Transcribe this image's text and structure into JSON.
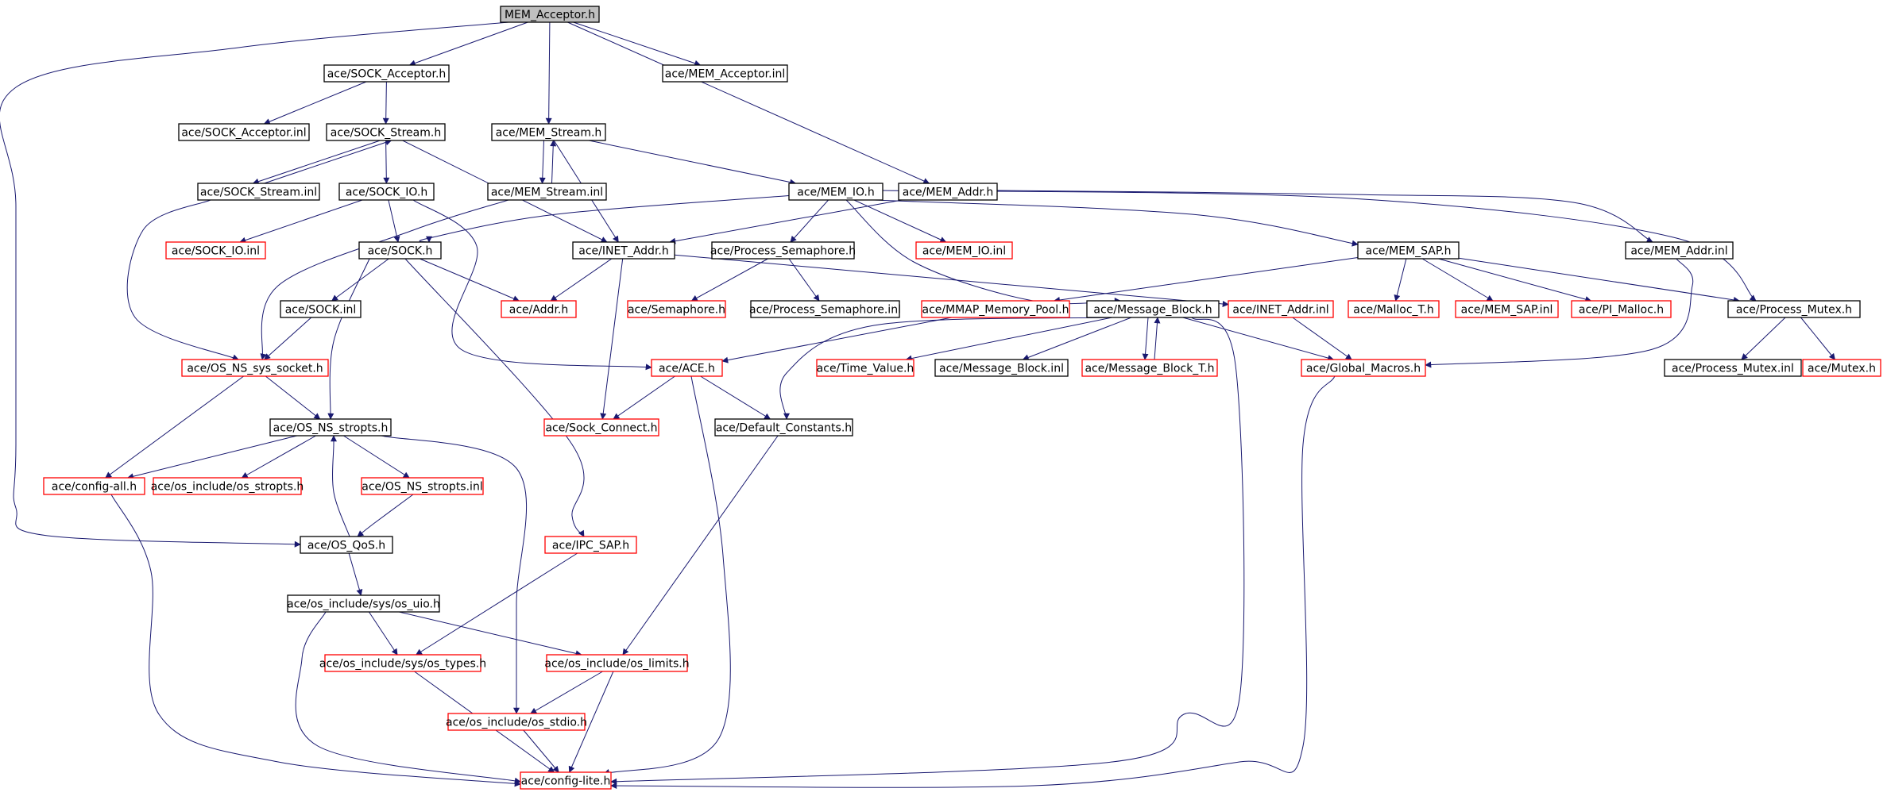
{
  "colors": {
    "edge": "#191970",
    "border_normal": "#000000",
    "border_undocumented": "#ff0000",
    "root_fill": "#bfbfbf",
    "node_fill": "#ffffff"
  },
  "nodes": [
    {
      "id": "root",
      "label": "MEM_Acceptor.h",
      "style": "root"
    },
    {
      "id": "sock_acc_h",
      "label": "ace/SOCK_Acceptor.h",
      "style": "normal"
    },
    {
      "id": "mem_acc_inl",
      "label": "ace/MEM_Acceptor.inl",
      "style": "normal"
    },
    {
      "id": "sock_acc_inl",
      "label": "ace/SOCK_Acceptor.inl",
      "style": "normal"
    },
    {
      "id": "sock_stream_h",
      "label": "ace/SOCK_Stream.h",
      "style": "normal"
    },
    {
      "id": "mem_stream_h",
      "label": "ace/MEM_Stream.h",
      "style": "normal"
    },
    {
      "id": "sock_stream_inl",
      "label": "ace/SOCK_Stream.inl",
      "style": "normal"
    },
    {
      "id": "sock_io_h",
      "label": "ace/SOCK_IO.h",
      "style": "normal"
    },
    {
      "id": "mem_stream_inl",
      "label": "ace/MEM_Stream.inl",
      "style": "normal"
    },
    {
      "id": "mem_io_h",
      "label": "ace/MEM_IO.h",
      "style": "normal"
    },
    {
      "id": "mem_addr_h",
      "label": "ace/MEM_Addr.h",
      "style": "normal"
    },
    {
      "id": "sock_io_inl",
      "label": "ace/SOCK_IO.inl",
      "style": "undocumented"
    },
    {
      "id": "sock_h",
      "label": "ace/SOCK.h",
      "style": "normal"
    },
    {
      "id": "inet_addr_h",
      "label": "ace/INET_Addr.h",
      "style": "normal"
    },
    {
      "id": "proc_sem_h",
      "label": "ace/Process_Semaphore.h",
      "style": "normal"
    },
    {
      "id": "mem_io_inl",
      "label": "ace/MEM_IO.inl",
      "style": "undocumented"
    },
    {
      "id": "mem_sap_h",
      "label": "ace/MEM_SAP.h",
      "style": "normal"
    },
    {
      "id": "mem_addr_inl",
      "label": "ace/MEM_Addr.inl",
      "style": "normal"
    },
    {
      "id": "sock_inl",
      "label": "ace/SOCK.inl",
      "style": "normal"
    },
    {
      "id": "addr_h",
      "label": "ace/Addr.h",
      "style": "undocumented"
    },
    {
      "id": "semaphore_h",
      "label": "ace/Semaphore.h",
      "style": "undocumented"
    },
    {
      "id": "proc_sem_inl",
      "label": "ace/Process_Semaphore.inl",
      "style": "normal"
    },
    {
      "id": "mmap_pool_h",
      "label": "ace/MMAP_Memory_Pool.h",
      "style": "undocumented"
    },
    {
      "id": "msg_block_h",
      "label": "ace/Message_Block.h",
      "style": "normal"
    },
    {
      "id": "inet_addr_inl",
      "label": "ace/INET_Addr.inl",
      "style": "undocumented"
    },
    {
      "id": "malloc_t_h",
      "label": "ace/Malloc_T.h",
      "style": "undocumented"
    },
    {
      "id": "mem_sap_inl",
      "label": "ace/MEM_SAP.inl",
      "style": "undocumented"
    },
    {
      "id": "pi_malloc_h",
      "label": "ace/PI_Malloc.h",
      "style": "undocumented"
    },
    {
      "id": "proc_mutex_h",
      "label": "ace/Process_Mutex.h",
      "style": "normal"
    },
    {
      "id": "os_ns_sys_socket_h",
      "label": "ace/OS_NS_sys_socket.h",
      "style": "undocumented"
    },
    {
      "id": "ace_h",
      "label": "ace/ACE.h",
      "style": "undocumented"
    },
    {
      "id": "time_value_h",
      "label": "ace/Time_Value.h",
      "style": "undocumented"
    },
    {
      "id": "msg_block_inl",
      "label": "ace/Message_Block.inl",
      "style": "normal"
    },
    {
      "id": "msg_block_t_h",
      "label": "ace/Message_Block_T.h",
      "style": "undocumented"
    },
    {
      "id": "global_macros_h",
      "label": "ace/Global_Macros.h",
      "style": "undocumented"
    },
    {
      "id": "proc_mutex_inl",
      "label": "ace/Process_Mutex.inl",
      "style": "normal"
    },
    {
      "id": "mutex_h",
      "label": "ace/Mutex.h",
      "style": "undocumented"
    },
    {
      "id": "os_ns_stropts_h",
      "label": "ace/OS_NS_stropts.h",
      "style": "normal"
    },
    {
      "id": "sock_connect_h",
      "label": "ace/Sock_Connect.h",
      "style": "undocumented"
    },
    {
      "id": "default_constants_h",
      "label": "ace/Default_Constants.h",
      "style": "normal"
    },
    {
      "id": "config_all_h",
      "label": "ace/config-all.h",
      "style": "undocumented"
    },
    {
      "id": "os_include_os_stropts_h",
      "label": "ace/os_include/os_stropts.h",
      "style": "undocumented"
    },
    {
      "id": "os_ns_stropts_inl",
      "label": "ace/OS_NS_stropts.inl",
      "style": "undocumented"
    },
    {
      "id": "os_qos_h",
      "label": "ace/OS_QoS.h",
      "style": "normal"
    },
    {
      "id": "ipc_sap_h",
      "label": "ace/IPC_SAP.h",
      "style": "undocumented"
    },
    {
      "id": "os_uio_h",
      "label": "ace/os_include/sys/os_uio.h",
      "style": "normal"
    },
    {
      "id": "os_types_h",
      "label": "ace/os_include/sys/os_types.h",
      "style": "undocumented"
    },
    {
      "id": "os_limits_h",
      "label": "ace/os_include/os_limits.h",
      "style": "undocumented"
    },
    {
      "id": "os_stdio_h",
      "label": "ace/os_include/os_stdio.h",
      "style": "undocumented"
    },
    {
      "id": "config_lite_h",
      "label": "ace/config-lite.h",
      "style": "undocumented"
    }
  ],
  "edges": [
    [
      "root",
      "sock_acc_h"
    ],
    [
      "root",
      "mem_acc_inl"
    ],
    [
      "root",
      "mem_stream_h"
    ],
    [
      "root",
      "mem_addr_h"
    ],
    [
      "root",
      "os_qos_h"
    ],
    [
      "sock_acc_h",
      "sock_acc_inl"
    ],
    [
      "sock_acc_h",
      "sock_stream_h"
    ],
    [
      "sock_stream_h",
      "sock_stream_inl"
    ],
    [
      "sock_stream_h",
      "sock_io_h"
    ],
    [
      "sock_stream_h",
      "inet_addr_h"
    ],
    [
      "sock_stream_inl",
      "sock_stream_h"
    ],
    [
      "sock_stream_inl",
      "os_ns_sys_socket_h"
    ],
    [
      "sock_io_h",
      "sock_io_inl"
    ],
    [
      "sock_io_h",
      "sock_h"
    ],
    [
      "sock_io_h",
      "ace_h"
    ],
    [
      "mem_stream_h",
      "mem_stream_inl"
    ],
    [
      "mem_stream_h",
      "mem_io_h"
    ],
    [
      "mem_stream_h",
      "inet_addr_h"
    ],
    [
      "mem_stream_inl",
      "mem_stream_h"
    ],
    [
      "mem_stream_inl",
      "os_ns_sys_socket_h"
    ],
    [
      "mem_io_h",
      "sock_h"
    ],
    [
      "mem_io_h",
      "proc_sem_h"
    ],
    [
      "mem_io_h",
      "mem_io_inl"
    ],
    [
      "mem_io_h",
      "mem_sap_h"
    ],
    [
      "mem_io_h",
      "msg_block_h"
    ],
    [
      "mem_io_h",
      "proc_mutex_h"
    ],
    [
      "mem_addr_h",
      "inet_addr_h"
    ],
    [
      "mem_addr_h",
      "mem_addr_inl"
    ],
    [
      "sock_h",
      "sock_inl"
    ],
    [
      "sock_h",
      "addr_h"
    ],
    [
      "sock_h",
      "os_ns_stropts_h"
    ],
    [
      "sock_h",
      "ipc_sap_h"
    ],
    [
      "sock_inl",
      "os_ns_sys_socket_h"
    ],
    [
      "inet_addr_h",
      "addr_h"
    ],
    [
      "inet_addr_h",
      "inet_addr_inl"
    ],
    [
      "inet_addr_h",
      "sock_connect_h"
    ],
    [
      "proc_sem_h",
      "semaphore_h"
    ],
    [
      "proc_sem_h",
      "proc_sem_inl"
    ],
    [
      "mem_sap_h",
      "mmap_pool_h"
    ],
    [
      "mem_sap_h",
      "malloc_t_h"
    ],
    [
      "mem_sap_h",
      "mem_sap_inl"
    ],
    [
      "mem_sap_h",
      "pi_malloc_h"
    ],
    [
      "mem_sap_h",
      "proc_mutex_h"
    ],
    [
      "mem_addr_inl",
      "global_macros_h"
    ],
    [
      "mmap_pool_h",
      "ace_h"
    ],
    [
      "msg_block_h",
      "time_value_h"
    ],
    [
      "msg_block_h",
      "msg_block_inl"
    ],
    [
      "msg_block_h",
      "msg_block_t_h"
    ],
    [
      "msg_block_h",
      "global_macros_h"
    ],
    [
      "msg_block_h",
      "default_constants_h"
    ],
    [
      "msg_block_h",
      "config_lite_h"
    ],
    [
      "msg_block_t_h",
      "msg_block_h"
    ],
    [
      "inet_addr_inl",
      "global_macros_h"
    ],
    [
      "proc_mutex_h",
      "proc_mutex_inl"
    ],
    [
      "proc_mutex_h",
      "mutex_h"
    ],
    [
      "os_ns_sys_socket_h",
      "os_ns_stropts_h"
    ],
    [
      "os_ns_sys_socket_h",
      "config_all_h"
    ],
    [
      "ace_h",
      "sock_connect_h"
    ],
    [
      "ace_h",
      "default_constants_h"
    ],
    [
      "ace_h",
      "config_lite_h"
    ],
    [
      "global_macros_h",
      "config_lite_h"
    ],
    [
      "default_constants_h",
      "os_limits_h"
    ],
    [
      "os_ns_stropts_h",
      "config_all_h"
    ],
    [
      "os_ns_stropts_h",
      "os_include_os_stropts_h"
    ],
    [
      "os_ns_stropts_h",
      "os_ns_stropts_inl"
    ],
    [
      "os_ns_stropts_h",
      "os_stdio_h"
    ],
    [
      "os_ns_stropts_inl",
      "os_qos_h"
    ],
    [
      "os_qos_h",
      "os_ns_stropts_h"
    ],
    [
      "os_qos_h",
      "os_uio_h"
    ],
    [
      "config_all_h",
      "config_lite_h"
    ],
    [
      "ipc_sap_h",
      "os_types_h"
    ],
    [
      "os_uio_h",
      "os_types_h"
    ],
    [
      "os_uio_h",
      "os_limits_h"
    ],
    [
      "os_uio_h",
      "config_lite_h"
    ],
    [
      "os_types_h",
      "config_lite_h"
    ],
    [
      "os_limits_h",
      "os_stdio_h"
    ],
    [
      "os_limits_h",
      "config_lite_h"
    ],
    [
      "os_stdio_h",
      "config_lite_h"
    ]
  ]
}
